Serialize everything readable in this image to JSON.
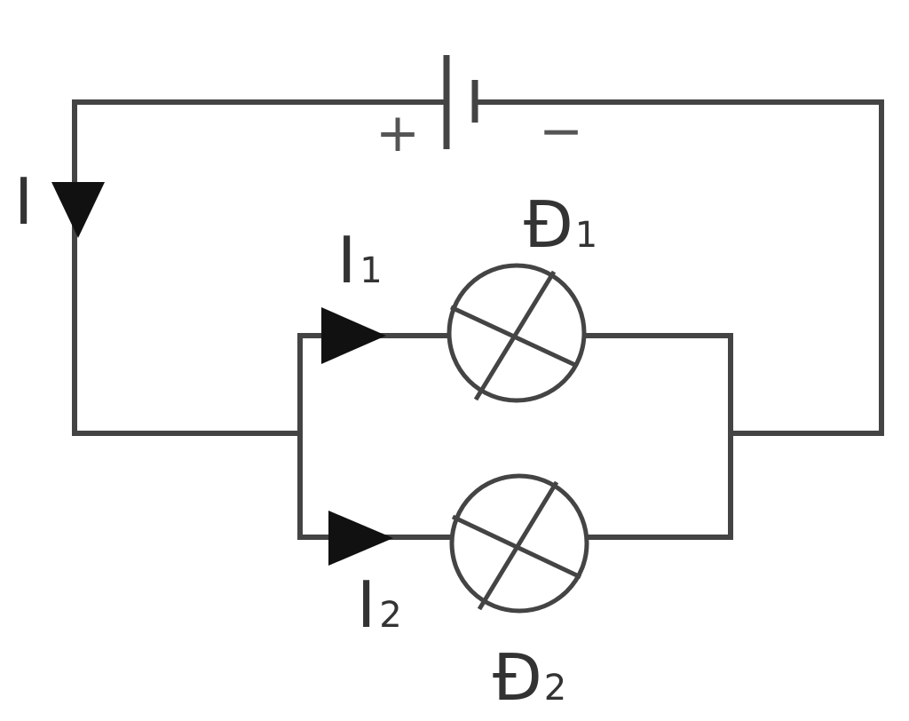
{
  "diagram": {
    "type": "circuit",
    "battery": {
      "positive_label": "+",
      "negative_label": "−"
    },
    "current_total": {
      "label": "I"
    },
    "branch_1": {
      "current_label": "I",
      "current_index": "1",
      "lamp_label": "Đ",
      "lamp_index": "1"
    },
    "branch_2": {
      "current_label": "I",
      "current_index": "2",
      "lamp_label": "Đ",
      "lamp_index": "2"
    },
    "colors": {
      "wire": "#444444",
      "arrow": "#111111",
      "text": "#333333"
    }
  }
}
